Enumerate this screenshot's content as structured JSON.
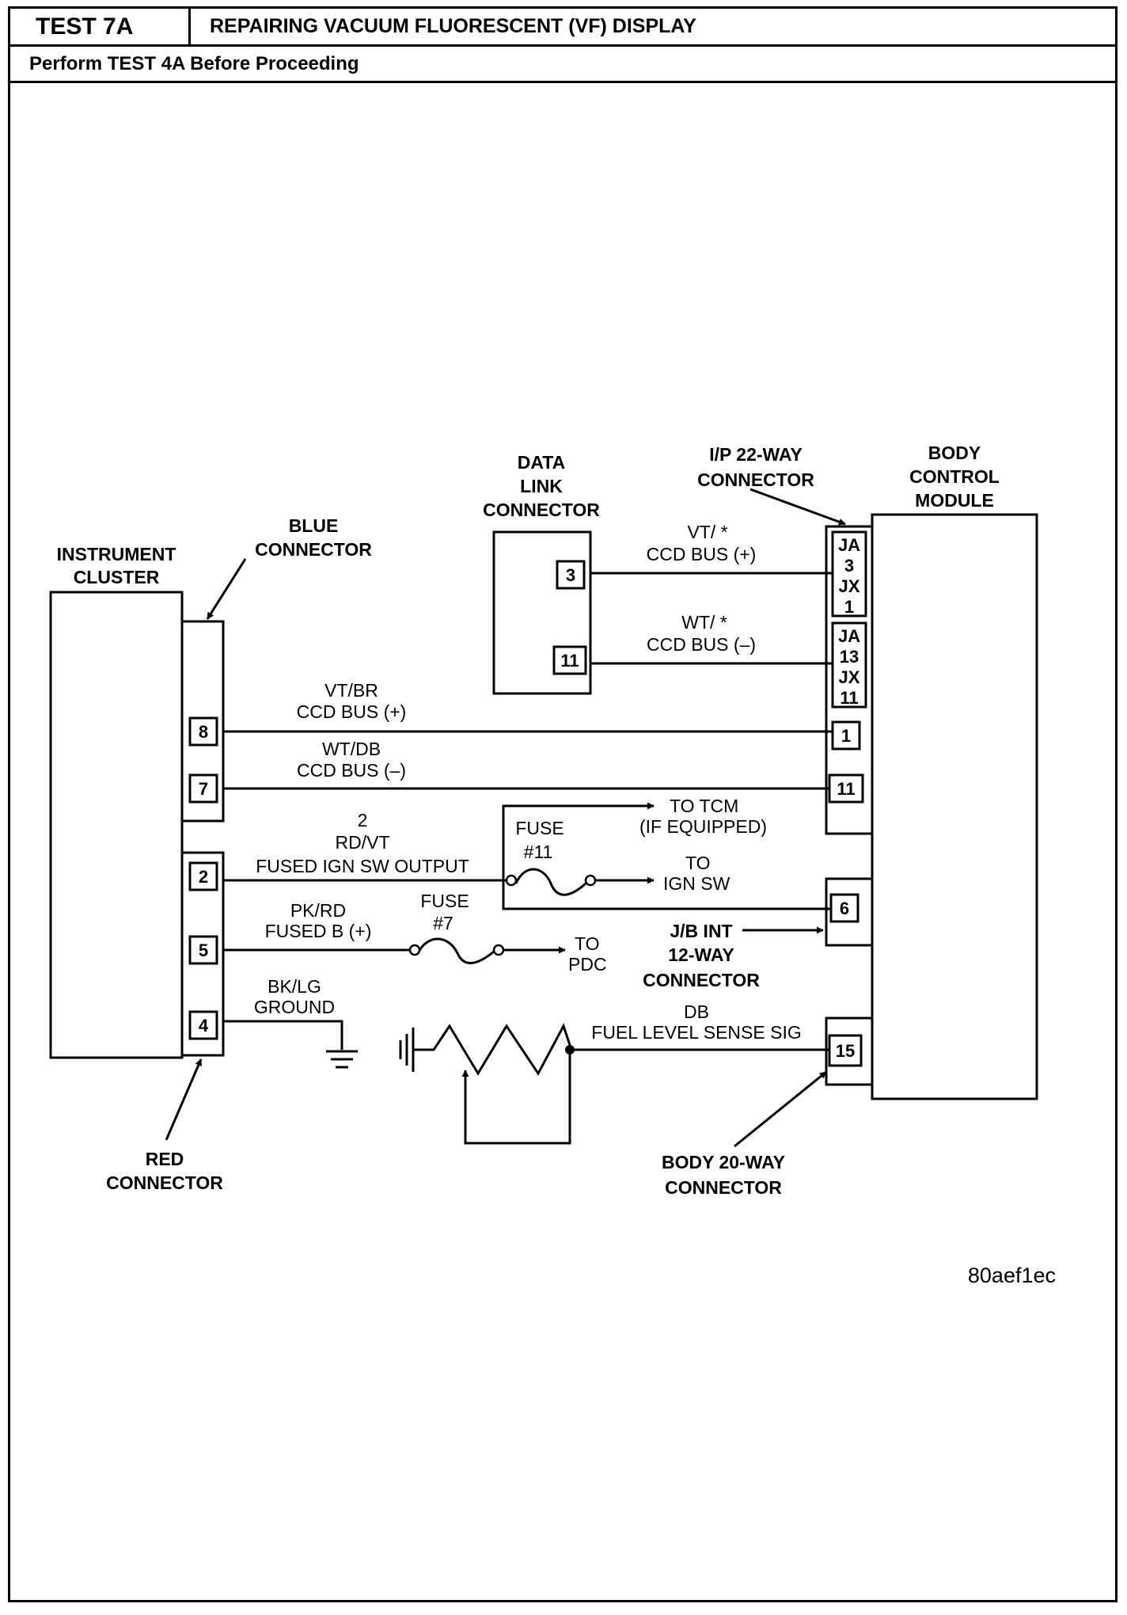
{
  "header": {
    "test_id": "TEST 7A",
    "title": "REPAIRING VACUUM FLUORESCENT (VF) DISPLAY",
    "subtitle": "Perform TEST 4A Before Proceeding"
  },
  "labels": {
    "instrument_cluster": [
      "INSTRUMENT",
      "CLUSTER"
    ],
    "blue_connector": [
      "BLUE",
      "CONNECTOR"
    ],
    "red_connector": [
      "RED",
      "CONNECTOR"
    ],
    "data_link_connector": [
      "DATA",
      "LINK",
      "CONNECTOR"
    ],
    "ip_connector": [
      "I/P 22-WAY",
      "CONNECTOR"
    ],
    "body_control_module": [
      "BODY",
      "CONTROL",
      "MODULE"
    ],
    "jb_int": [
      "J/B INT",
      "12-WAY",
      "CONNECTOR"
    ],
    "body_20way": [
      "BODY 20-WAY",
      "CONNECTOR"
    ]
  },
  "pins": {
    "cluster": [
      "8",
      "7",
      "2",
      "5",
      "4"
    ],
    "dlc": [
      "3",
      "11"
    ],
    "ip_upper": [
      "JA",
      "3",
      "JX",
      "1"
    ],
    "ip_lower": [
      "JA",
      "13",
      "JX",
      "11"
    ],
    "bcm": [
      "1",
      "11",
      "6",
      "15"
    ]
  },
  "wires": {
    "dlc_plus": [
      "VT/ *",
      "CCD BUS (+)"
    ],
    "dlc_minus": [
      "WT/ *",
      "CCD BUS (–)"
    ],
    "ccd_plus": [
      "VT/BR",
      "CCD BUS (+)"
    ],
    "ccd_minus": [
      "WT/DB",
      "CCD BUS (–)"
    ],
    "ign": [
      "2",
      "RD/VT",
      "FUSED IGN SW OUTPUT"
    ],
    "fused_b": [
      "PK/RD",
      "FUSED B (+)"
    ],
    "ground": [
      "BK/LG",
      "GROUND"
    ],
    "fuel": [
      "DB",
      "FUEL LEVEL SENSE SIG"
    ]
  },
  "fuses": {
    "fuse11": [
      "FUSE",
      "#11"
    ],
    "fuse7": [
      "FUSE",
      "#7"
    ]
  },
  "destinations": {
    "to_tcm": [
      "TO TCM",
      "(IF EQUIPPED)"
    ],
    "to_ign": [
      "TO",
      "IGN SW"
    ],
    "to_pdc": [
      "TO",
      "PDC"
    ]
  },
  "image_code": "80aef1ec"
}
